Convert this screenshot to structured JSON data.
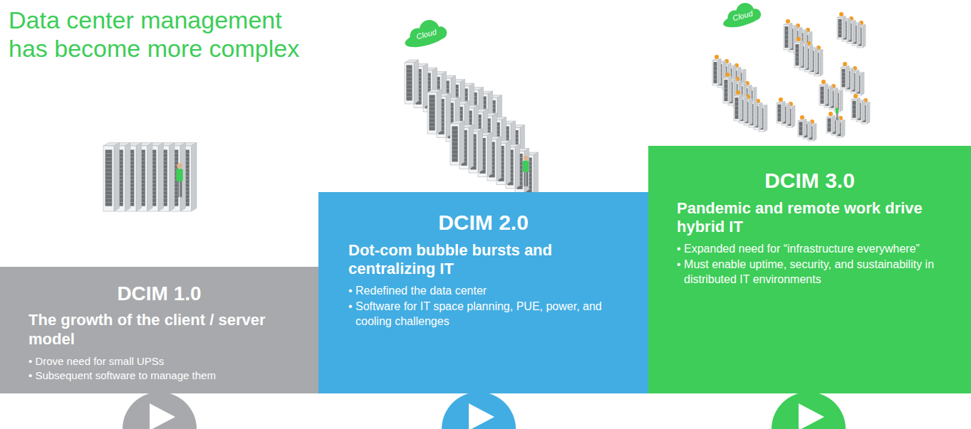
{
  "diagram": {
    "title": "Data center management has become more complex",
    "nodes": [
      {
        "text": [
          "DCIM 1.0",
          "The growth of the client / server model",
          "• Drove need for small UPSs",
          "• Subsequent software to manage them"
        ]
      },
      {
        "text": [
          "DCIM 2.0",
          "Dot-com bubble bursts and centralizing IT",
          "• Redefined the data center",
          "• Software for IT space planning, PUE, power, and cooling challenges"
        ]
      },
      {
        "text": [
          "DCIM 3.0",
          "Pandemic and remote work drive hybrid IT",
          "• Expanded need for “infrastructure everywhere”",
          "• Must enable uptime, security, and sustainability in distributed IT environments"
        ]
      }
    ],
    "labels": [
      "Cloud",
      "Cloud"
    ]
  }
}
